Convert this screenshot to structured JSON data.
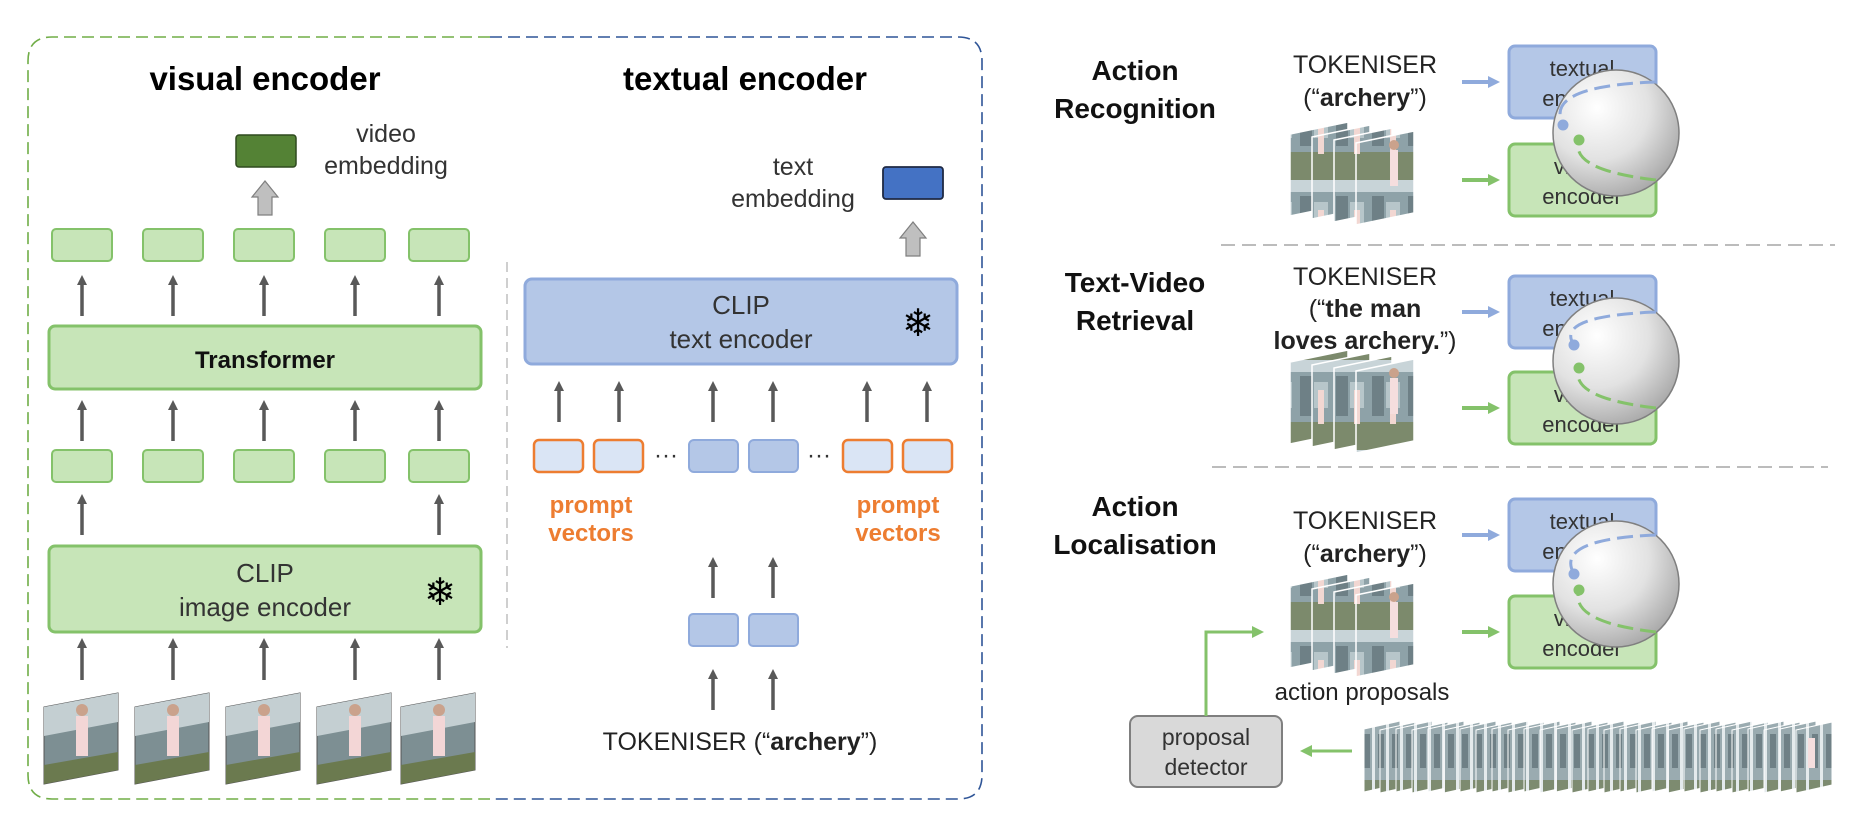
{
  "left": {
    "visual_title": "visual encoder",
    "textual_title": "textual encoder",
    "video_embedding": [
      "video",
      "embedding"
    ],
    "text_embedding": [
      "text",
      "embedding"
    ],
    "transformer": "Transformer",
    "clip_image": [
      "CLIP",
      "image encoder"
    ],
    "clip_text": [
      "CLIP",
      "text encoder"
    ],
    "prompt_vectors": [
      "prompt",
      "vectors"
    ],
    "ellipsis": "···",
    "tokeniser_prefix": "TOKENISER (“",
    "tokeniser_word": "archery",
    "tokeniser_suffix": "”)",
    "freeze_icon": "❄"
  },
  "tasks": [
    {
      "title": [
        "Action",
        "Recognition"
      ],
      "tokeniser": "TOKENISER",
      "query_open": "(“",
      "query_bold": "archery",
      "query_close": "”)"
    },
    {
      "title": [
        "Text-Video",
        "Retrieval"
      ],
      "tokeniser": "TOKENISER",
      "query_open": "(“",
      "query_bold_1": "the man",
      "query_bold_2": "loves archery.",
      "query_close": "”)"
    },
    {
      "title": [
        "Action",
        "Localisation"
      ],
      "tokeniser": "TOKENISER",
      "query_open": "(“",
      "query_bold": "archery",
      "query_close": "”)",
      "action_proposals": "action proposals",
      "proposal_detector": [
        "proposal",
        "detector"
      ]
    }
  ],
  "encoder_labels": {
    "textual": [
      "textual",
      "encoder"
    ],
    "visual": [
      "visual",
      "encoder"
    ]
  },
  "colors": {
    "green_fill": "#c7e5b8",
    "green_stroke": "#84c26a",
    "blue_fill": "#b4c7e7",
    "blue_stroke": "#8faadc",
    "orange": "#ed7d31",
    "dark_green": "#548235",
    "dark_blue": "#4472c4",
    "grey_fill": "#d9d9d9"
  }
}
